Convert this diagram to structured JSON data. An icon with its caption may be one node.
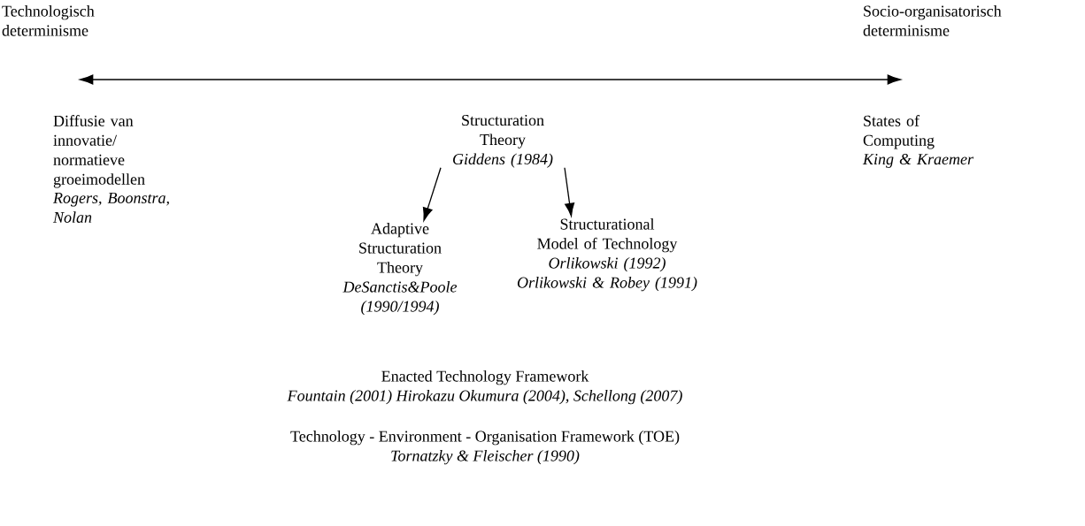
{
  "diagram": {
    "nodes": [
      {
        "text": [
          "Structuration Theory",
          "Giddens (1984)"
        ]
      },
      {
        "text": [
          "Adaptive Structuration Theory",
          "DeSanctis&Poole (1990/1994)"
        ]
      },
      {
        "text": [
          "Structurational Model of Technology",
          "Orlikowski (1992) Orlikowski & Robey (1991)"
        ]
      }
    ],
    "edges": [
      {
        "from": 0,
        "to": 1,
        "arrow": "to"
      },
      {
        "from": 0,
        "to": 2,
        "arrow": "to"
      }
    ],
    "labels": [
      "Technologisch determinisme",
      "Socio-organisatorisch determinisme",
      "Diffusie van innovatie/ normatieve groeimodellen",
      "Rogers, Boonstra, Nolan",
      "States of Computing",
      "King & Kraemer",
      "Enacted Technology Framework",
      "Fountain (2001) Hirokazu Okumura (2004), Schellong (2007)",
      "Technology - Environment - Organisation Framework (TOE)",
      "Tornatzky & Fleischer (1990)"
    ]
  }
}
